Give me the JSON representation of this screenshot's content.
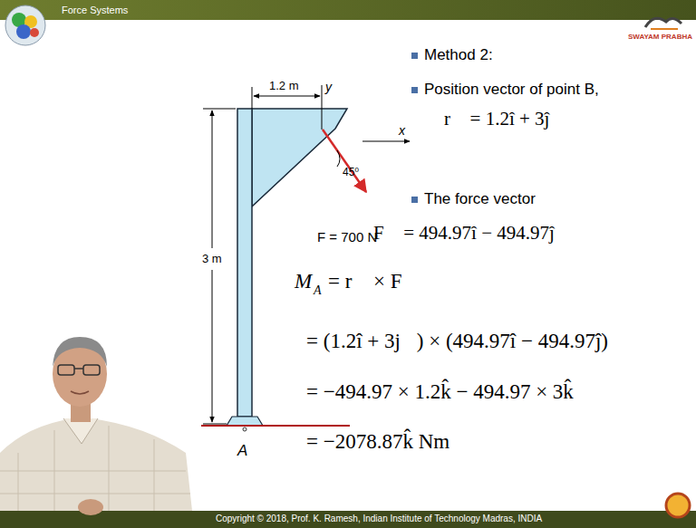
{
  "diagram": {
    "title": "Force Systems",
    "labels": [
      "1.2 m",
      "y",
      "x",
      "45⁰",
      "3 m",
      "A",
      "F = 700 N",
      "Method 2:",
      "Position vector of point B,",
      "r⃗ = 1.2î + 3ĵ",
      "The force vector",
      "F⃗ = 494.97î − 494.97ĵ",
      "M⃗",
      "A",
      "= r⃗ × F⃗",
      "= (1.2î + 3j⃗) × (494.97î − 494.97ĵ)",
      "= −494.97 × 1.2k̂ − 494.97 × 3k̂",
      "= −2078.87k̂ Nm",
      "Copyright © 2018, Prof. K. Ramesh, Indian Institute of Technology Madras, INDIA",
      "SWAYAM PRABHA"
    ]
  }
}
